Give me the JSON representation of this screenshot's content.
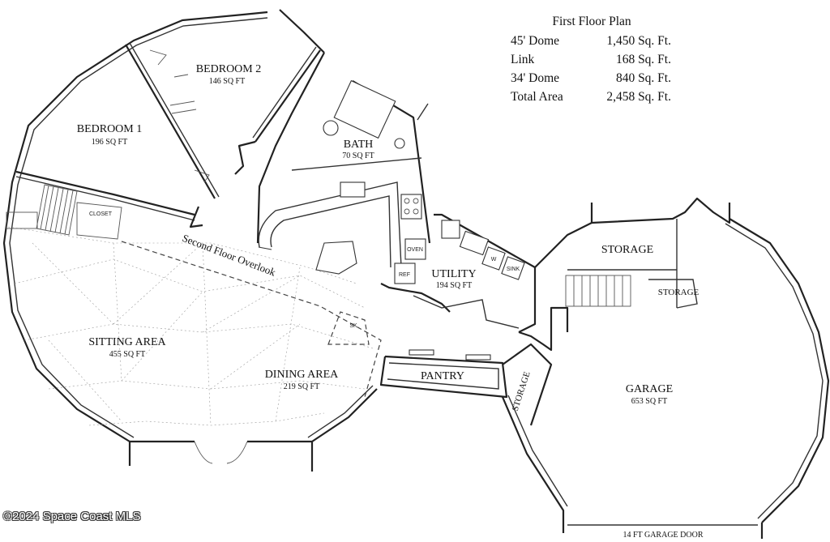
{
  "summary": {
    "title": "First Floor Plan",
    "rows": [
      {
        "label": "45' Dome",
        "value": "1,450 Sq. Ft."
      },
      {
        "label": "Link",
        "value": "168 Sq. Ft."
      },
      {
        "label": "34' Dome",
        "value": "840 Sq. Ft."
      },
      {
        "label": "Total Area",
        "value": "2,458 Sq. Ft."
      }
    ]
  },
  "rooms": {
    "bedroom1": {
      "name": "BEDROOM 1",
      "area": "196 SQ FT"
    },
    "bedroom2": {
      "name": "BEDROOM 2",
      "area": "146 SQ FT"
    },
    "bath": {
      "name": "BATH",
      "area": "70 SQ FT"
    },
    "utility": {
      "name": "UTILITY",
      "area": "194 SQ FT"
    },
    "sitting": {
      "name": "SITTING AREA",
      "area": "455 SQ FT"
    },
    "dining": {
      "name": "DINING AREA",
      "area": "219 SQ FT"
    },
    "pantry": {
      "name": "PANTRY"
    },
    "storage_top": {
      "name": "STORAGE"
    },
    "storage_small": {
      "name": "STORAGE"
    },
    "storage_vertical": {
      "name": "STORAGE"
    },
    "garage": {
      "name": "GARAGE",
      "area": "653 SQ FT"
    }
  },
  "labels": {
    "closet": "CLOSET",
    "overlook": "Second Floor Overlook",
    "oven": "OVEN",
    "ref": "REF",
    "sink": "SINK",
    "w": "W",
    "sk": "SK",
    "garage_door": "14 FT GARAGE DOOR"
  },
  "copyright": "©2024 Space Coast MLS"
}
